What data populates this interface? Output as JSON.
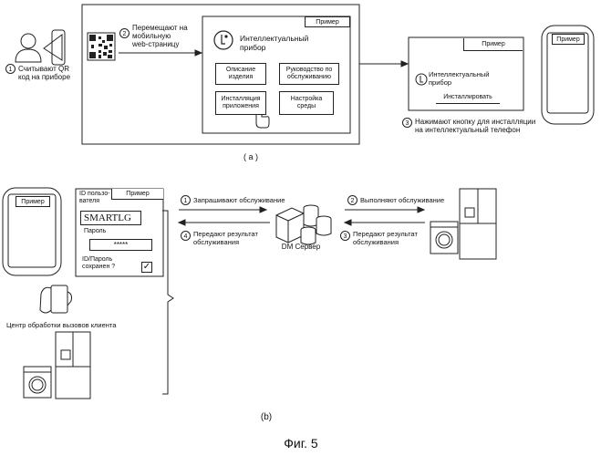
{
  "panel_a": {
    "step1_num": "1",
    "step1_text": "Считывают QR\nкод на приборе",
    "step2_num": "2",
    "step2_text": "Перемещают на\nмобильную\nweb-страницу",
    "web_tag": "Пример",
    "web_logo_text": "Интеллектуальный\nприбор",
    "buttons": [
      "Описание\nизделия",
      "Руководство по\nобслуживанию",
      "Инсталляция\nприложения",
      "Настройка\nсреды"
    ],
    "install_tag": "Пример",
    "install_logo_text": "Интеллектуальный\nприбор",
    "install_button": "Инсталлировать",
    "step3_num": "3",
    "step3_text": "Нажимают кнопку для инсталляции\nна интеллектуальный телефон",
    "phone_tag": "Пример",
    "caption": "( a )"
  },
  "panel_b": {
    "phone_tag": "Пример",
    "login_tag": "Пример",
    "user_id_label": "ID пользо-\nвателя",
    "user_id_value": "SMARTLG",
    "password_label": "Пароль",
    "password_value": "*****",
    "saved_label": "ID/Пароль\nсохранен ?",
    "call_center_label": "Центр обработки вызовов клиента",
    "step1_num": "1",
    "step1_text": "Запрашивают обслуживание",
    "step4_num": "4",
    "step4_text": "Передают результат\nобслуживания",
    "server_label": "DM Сервер",
    "step2_num": "2",
    "step2_text": "Выполняют обслуживание",
    "step3_num": "3",
    "step3_text": "Передают результат\nобслуживания",
    "caption": "(b)"
  },
  "figure_label": "Фиг. 5"
}
